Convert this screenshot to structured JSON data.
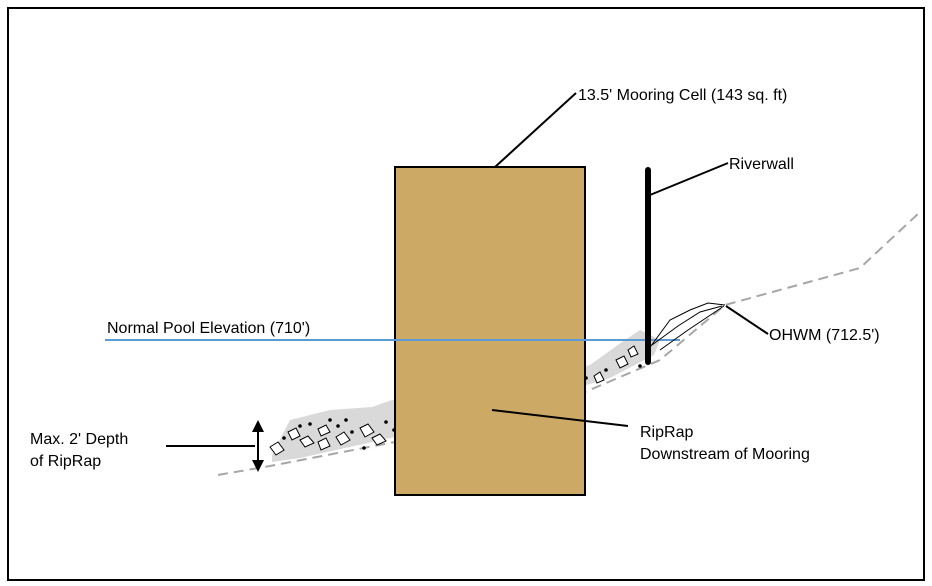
{
  "labels": {
    "mooring_cell": "13.5' Mooring Cell (143 sq. ft)",
    "riverwall": "Riverwall",
    "normal_pool": "Normal Pool Elevation (710')",
    "ohwm": "OHWM (712.5')",
    "riprap_line1": "RipRap",
    "riprap_line2": "Downstream of Mooring",
    "depth_line1": "Max. 2' Depth",
    "depth_line2": "of RipRap"
  },
  "colors": {
    "mooring_cell_fill": "#cda966",
    "water_line": "#5b9bd5",
    "riprap_fill": "#d9d9d9",
    "ground_line": "#a6a6a6",
    "outline": "#000000"
  }
}
